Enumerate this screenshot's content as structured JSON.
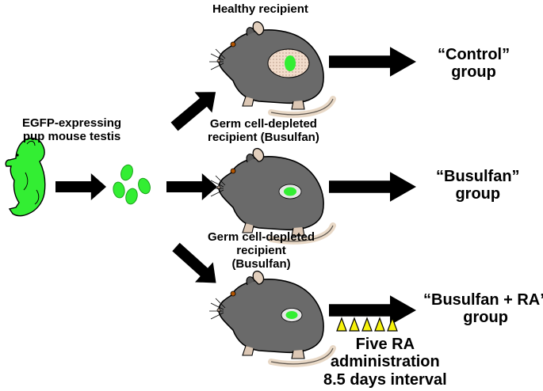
{
  "diagram": {
    "source_label": "EGFP-expressing\npup mouse testis",
    "groups": [
      {
        "recipient_label": "Healthy recipient",
        "group_label": "“Control”\ngroup"
      },
      {
        "recipient_label": "Germ cell-depleted\nrecipient (Busulfan)",
        "group_label": "“Busulfan”\ngroup"
      },
      {
        "recipient_label": "Germ cell-depleted\nrecipient\n(Busulfan)",
        "group_label": "“Busulfan + RA”\ngroup"
      }
    ],
    "treatment_note": "Five RA\nadministration\n8.5 days interval",
    "ra_doses": 5
  },
  "colors": {
    "egfp_green": "#33ee33",
    "mouse_gray": "#6a6a6a",
    "mouse_pink": "#f2dccb",
    "arrow": "#000000",
    "ra_marker": "#f7f20a"
  },
  "icons": [
    "pup-mouse-icon",
    "cell-cluster-icon",
    "mouse-icon",
    "arrow-icon",
    "ra-dose-marker-icon"
  ]
}
